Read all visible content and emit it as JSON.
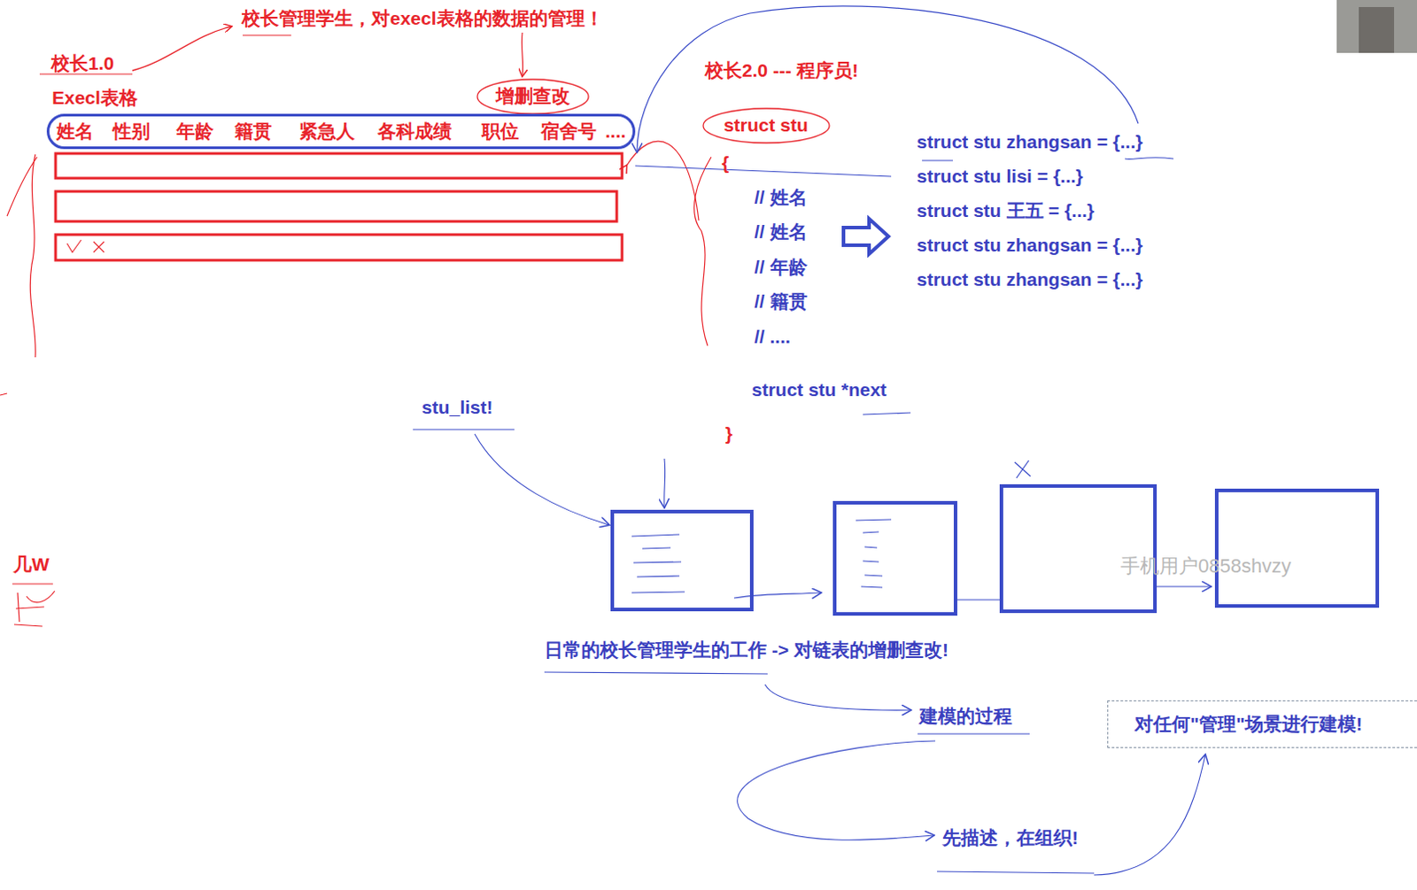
{
  "diagram": {
    "nodes": [
      {
        "text": [
          "增删查改"
        ]
      },
      {
        "text": [
          "姓名",
          "性别",
          "年龄",
          "籍贯",
          "紧急人",
          "各科成绩",
          "职位",
          "宿舍号",
          "...."
        ]
      },
      {
        "text": [
          "struct stu"
        ]
      },
      {
        "text": [
          "对任何\"管理\"场景进行建模!"
        ]
      }
    ],
    "labels": [
      "校长管理学生，对execl表格的数据的管理！",
      "校长1.0",
      "Execl表格",
      "校长2.0 --- 程序员!",
      "{",
      "// 姓名",
      "// 姓名",
      "// 年龄",
      "// 籍贯",
      "// ....",
      "struct stu zhangsan = {...}",
      "struct stu lisi = {...}",
      "struct stu 王五 = {...}",
      "struct stu zhangsan = {...}",
      "struct stu zhangsan = {...}",
      "struct stu *next",
      "}",
      "stu_list!",
      "几W",
      "手机用户0858shvzy",
      "日常的校长管理学生的工作 -> 对链表的增删查改!",
      "建模的过程",
      "先描述，在组织!"
    ]
  }
}
